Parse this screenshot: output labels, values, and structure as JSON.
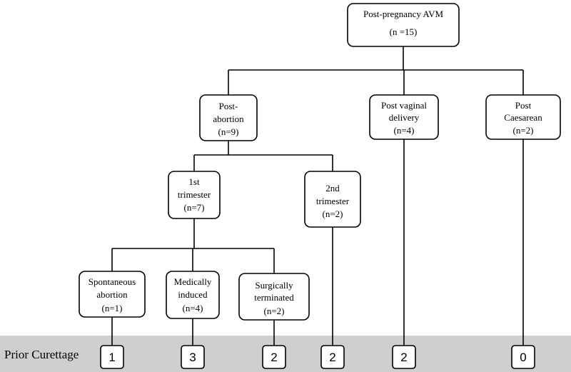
{
  "nodes": {
    "root": {
      "lines": [
        "Post-pregnancy AVM",
        "(n =15)"
      ]
    },
    "post_abortion": {
      "lines": [
        "Post-",
        "abortion",
        "(n=9)"
      ]
    },
    "post_vaginal": {
      "lines": [
        "Post vaginal",
        "delivery",
        "(n=4)"
      ]
    },
    "post_caesarean": {
      "lines": [
        "Post",
        "Caesarean",
        "(n=2)"
      ]
    },
    "first_trimester": {
      "lines": [
        "1st",
        "trimester",
        "(n=7)"
      ]
    },
    "second_trimester": {
      "lines": [
        "2nd",
        "trimester",
        "(n=2)"
      ]
    },
    "spontaneous": {
      "lines": [
        "Spontaneous",
        "abortion",
        "(n=1)"
      ]
    },
    "medically": {
      "lines": [
        "Medically",
        "induced",
        "(n=4)"
      ]
    },
    "surgically": {
      "lines": [
        "Surgically",
        "terminated",
        "(n=2)"
      ]
    }
  },
  "prior_curettage": {
    "label": "Prior Curettage",
    "counts": {
      "spontaneous": "1",
      "medically": "3",
      "surgically": "2",
      "second_trimester": "2",
      "post_vaginal": "2",
      "post_caesarean": "0"
    }
  },
  "colors": {
    "band": "#cfcfcf",
    "line": "#000000"
  }
}
